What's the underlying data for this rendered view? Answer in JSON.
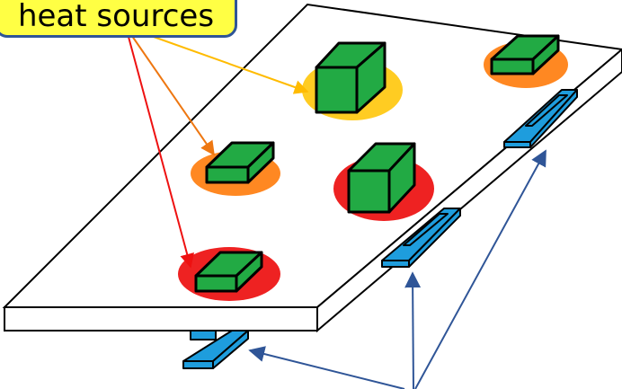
{
  "callout": {
    "label": "heat sources"
  },
  "colors": {
    "component_fill": "#22aa44",
    "glow_red": "#ee2222",
    "glow_orange": "#ff8822",
    "glow_yellow": "#ffcc22",
    "sensor_fill": "#1e9ddd",
    "arrow_red": "#ee1111",
    "arrow_orange": "#ee7711",
    "arrow_yellow": "#ffbb00",
    "arrow_blue": "#2f5597",
    "callout_fill": "#ffff44"
  },
  "heat_sources": [
    {
      "name": "yellow-heat-source",
      "level": "yellow"
    },
    {
      "name": "orange-heat-source-upper-right",
      "level": "orange"
    },
    {
      "name": "orange-heat-source-left",
      "level": "orange"
    },
    {
      "name": "red-heat-source-center",
      "level": "red"
    },
    {
      "name": "red-heat-source-front",
      "level": "red"
    }
  ],
  "sensors": [
    {
      "name": "blue-sensor-right"
    },
    {
      "name": "blue-sensor-middle"
    },
    {
      "name": "blue-sensor-bottom"
    }
  ]
}
